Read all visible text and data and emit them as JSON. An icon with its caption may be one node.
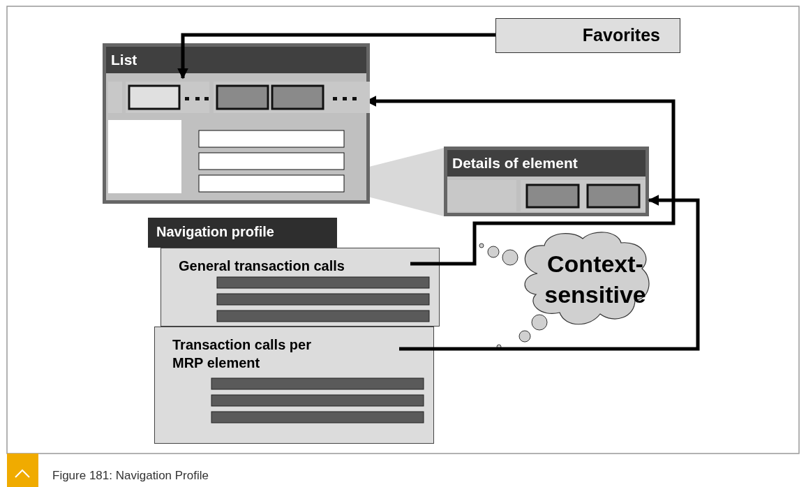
{
  "diagram": {
    "caption": "Figure 181: Navigation Profile",
    "nodes": [
      {
        "text": [
          "Favorites"
        ]
      },
      {
        "text": [
          "List"
        ]
      },
      {
        "text": [],
        "shape": "bar",
        "in": 1
      },
      {
        "text": [
          "Details of element"
        ]
      },
      {
        "text": [
          "Navigation profile"
        ]
      },
      {
        "text": [
          "General transaction calls"
        ]
      },
      {
        "text": [
          "Transaction calls per MRP element"
        ]
      },
      {
        "text": [
          "Context-sensitive"
        ]
      },
      {
        "text": [],
        "shape": "wedge"
      }
    ],
    "edges": [
      {
        "from": 0,
        "to": 2,
        "arrow": "to"
      },
      {
        "from": 5,
        "to": 2,
        "arrow": "to"
      },
      {
        "from": 6,
        "to": 3,
        "arrow": "to"
      }
    ]
  }
}
